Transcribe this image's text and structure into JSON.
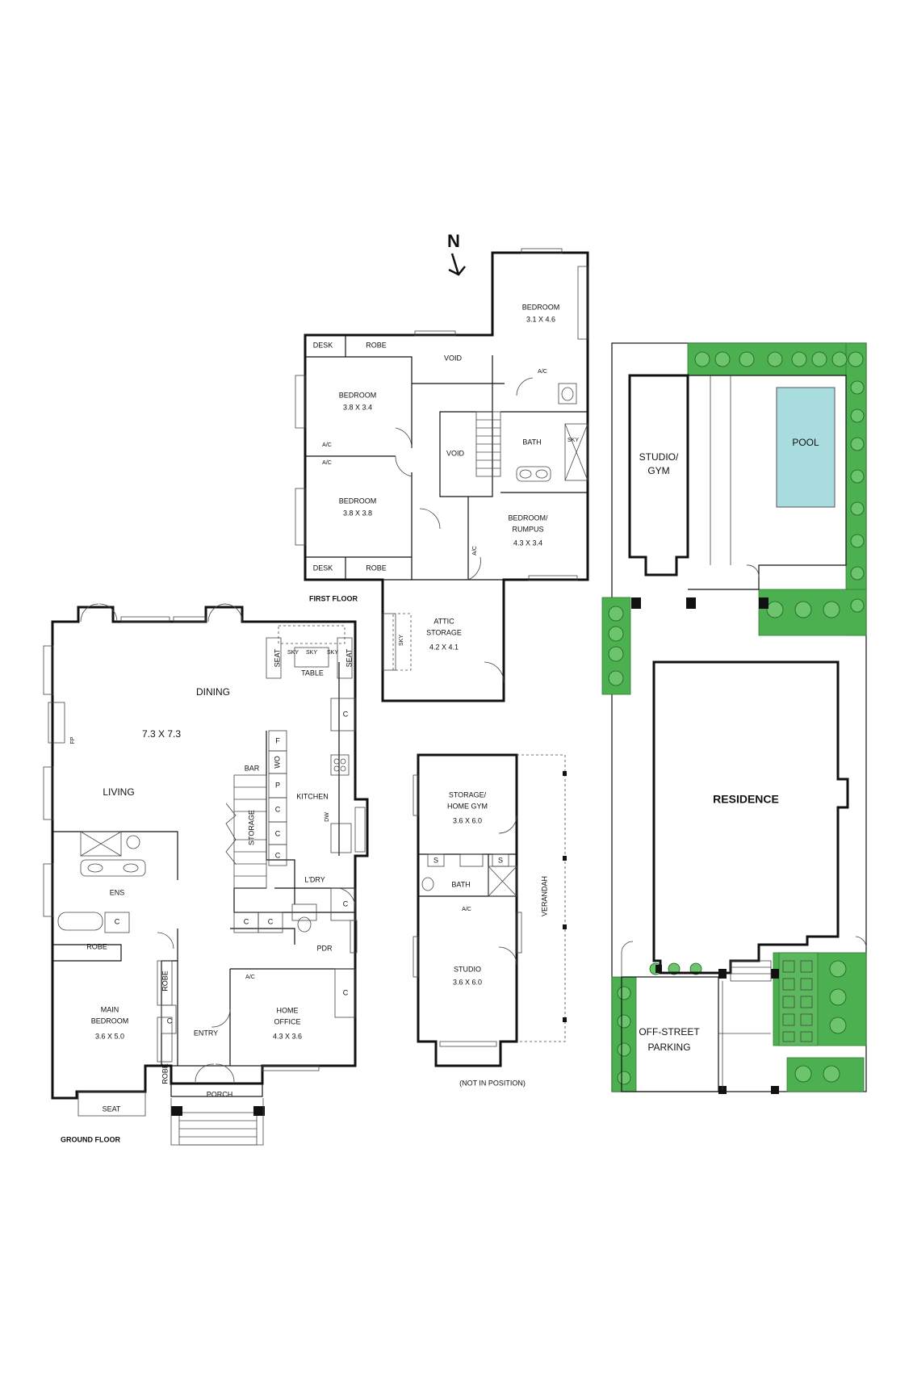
{
  "compass": {
    "label": "N"
  },
  "floors": {
    "first_floor": "FIRST FLOOR",
    "ground_floor": "GROUND FLOOR"
  },
  "first_floor_rooms": {
    "bedroom_top": {
      "name": "BEDROOM",
      "dims": "3.1 X 4.6"
    },
    "desk_top": "DESK",
    "robe_top": "ROBE",
    "void_top": "VOID",
    "bedroom_1": {
      "name": "BEDROOM",
      "dims": "3.8 X 3.4"
    },
    "ac_1": "A/C",
    "ac_2": "A/C",
    "ac_3": "A/C",
    "ac_4": "A/C",
    "void_mid": "VOID",
    "bath": "BATH",
    "sky": "SKY",
    "bedroom_2": {
      "name": "BEDROOM",
      "dims": "3.8 X 3.8"
    },
    "rumpus": {
      "name1": "BEDROOM/",
      "name2": "RUMPUS",
      "dims": "4.3 X 3.4"
    },
    "desk_bottom": "DESK",
    "robe_bottom": "ROBE",
    "attic": {
      "name1": "ATTIC",
      "name2": "STORAGE",
      "dims": "4.2 X 4.1",
      "sky": "SKY"
    }
  },
  "ground_floor_rooms": {
    "dining": "DINING",
    "living_dims": "7.3 X 7.3",
    "living": "LIVING",
    "fp": "FP",
    "seat_left": "SEAT",
    "seat_right": "SEAT",
    "sky1": "SKY",
    "sky2": "SKY",
    "sky3": "SKY",
    "table": "TABLE",
    "bar": "BAR",
    "kitchen": "KITCHEN",
    "f": "F",
    "wo": "WO",
    "p": "P",
    "c": "C",
    "dw": "DW",
    "storage": "STORAGE",
    "ldry": "L'DRY",
    "ens": "ENS",
    "robe_ens": "ROBE",
    "pdr": "PDR",
    "main_bedroom": {
      "name1": "MAIN",
      "name2": "BEDROOM",
      "dims": "3.6 X 5.0"
    },
    "robe_v1": "ROBE",
    "robe_v2": "ROBE",
    "entry": "ENTRY",
    "home_office": {
      "name1": "HOME",
      "name2": "OFFICE",
      "dims": "4.3 X 3.6"
    },
    "ac": "A/C",
    "porch": "PORCH",
    "seat_bottom": "SEAT"
  },
  "outbuilding": {
    "storage": {
      "name1": "STORAGE/",
      "name2": "HOME GYM",
      "dims": "3.6 X 6.0"
    },
    "s": "S",
    "bath": "BATH",
    "ac": "A/C",
    "verandah": "VERANDAH",
    "studio": {
      "name": "STUDIO",
      "dims": "3.6 X 6.0"
    },
    "note": "(NOT IN POSITION)"
  },
  "site_plan": {
    "studio_gym": {
      "name1": "STUDIO/",
      "name2": "GYM"
    },
    "pool": "POOL",
    "residence": "RESIDENCE",
    "parking": {
      "name1": "OFF-STREET",
      "name2": "PARKING"
    }
  },
  "colors": {
    "wall": "#111111",
    "garden": "#4caf50",
    "pool": "#a9dcde"
  }
}
